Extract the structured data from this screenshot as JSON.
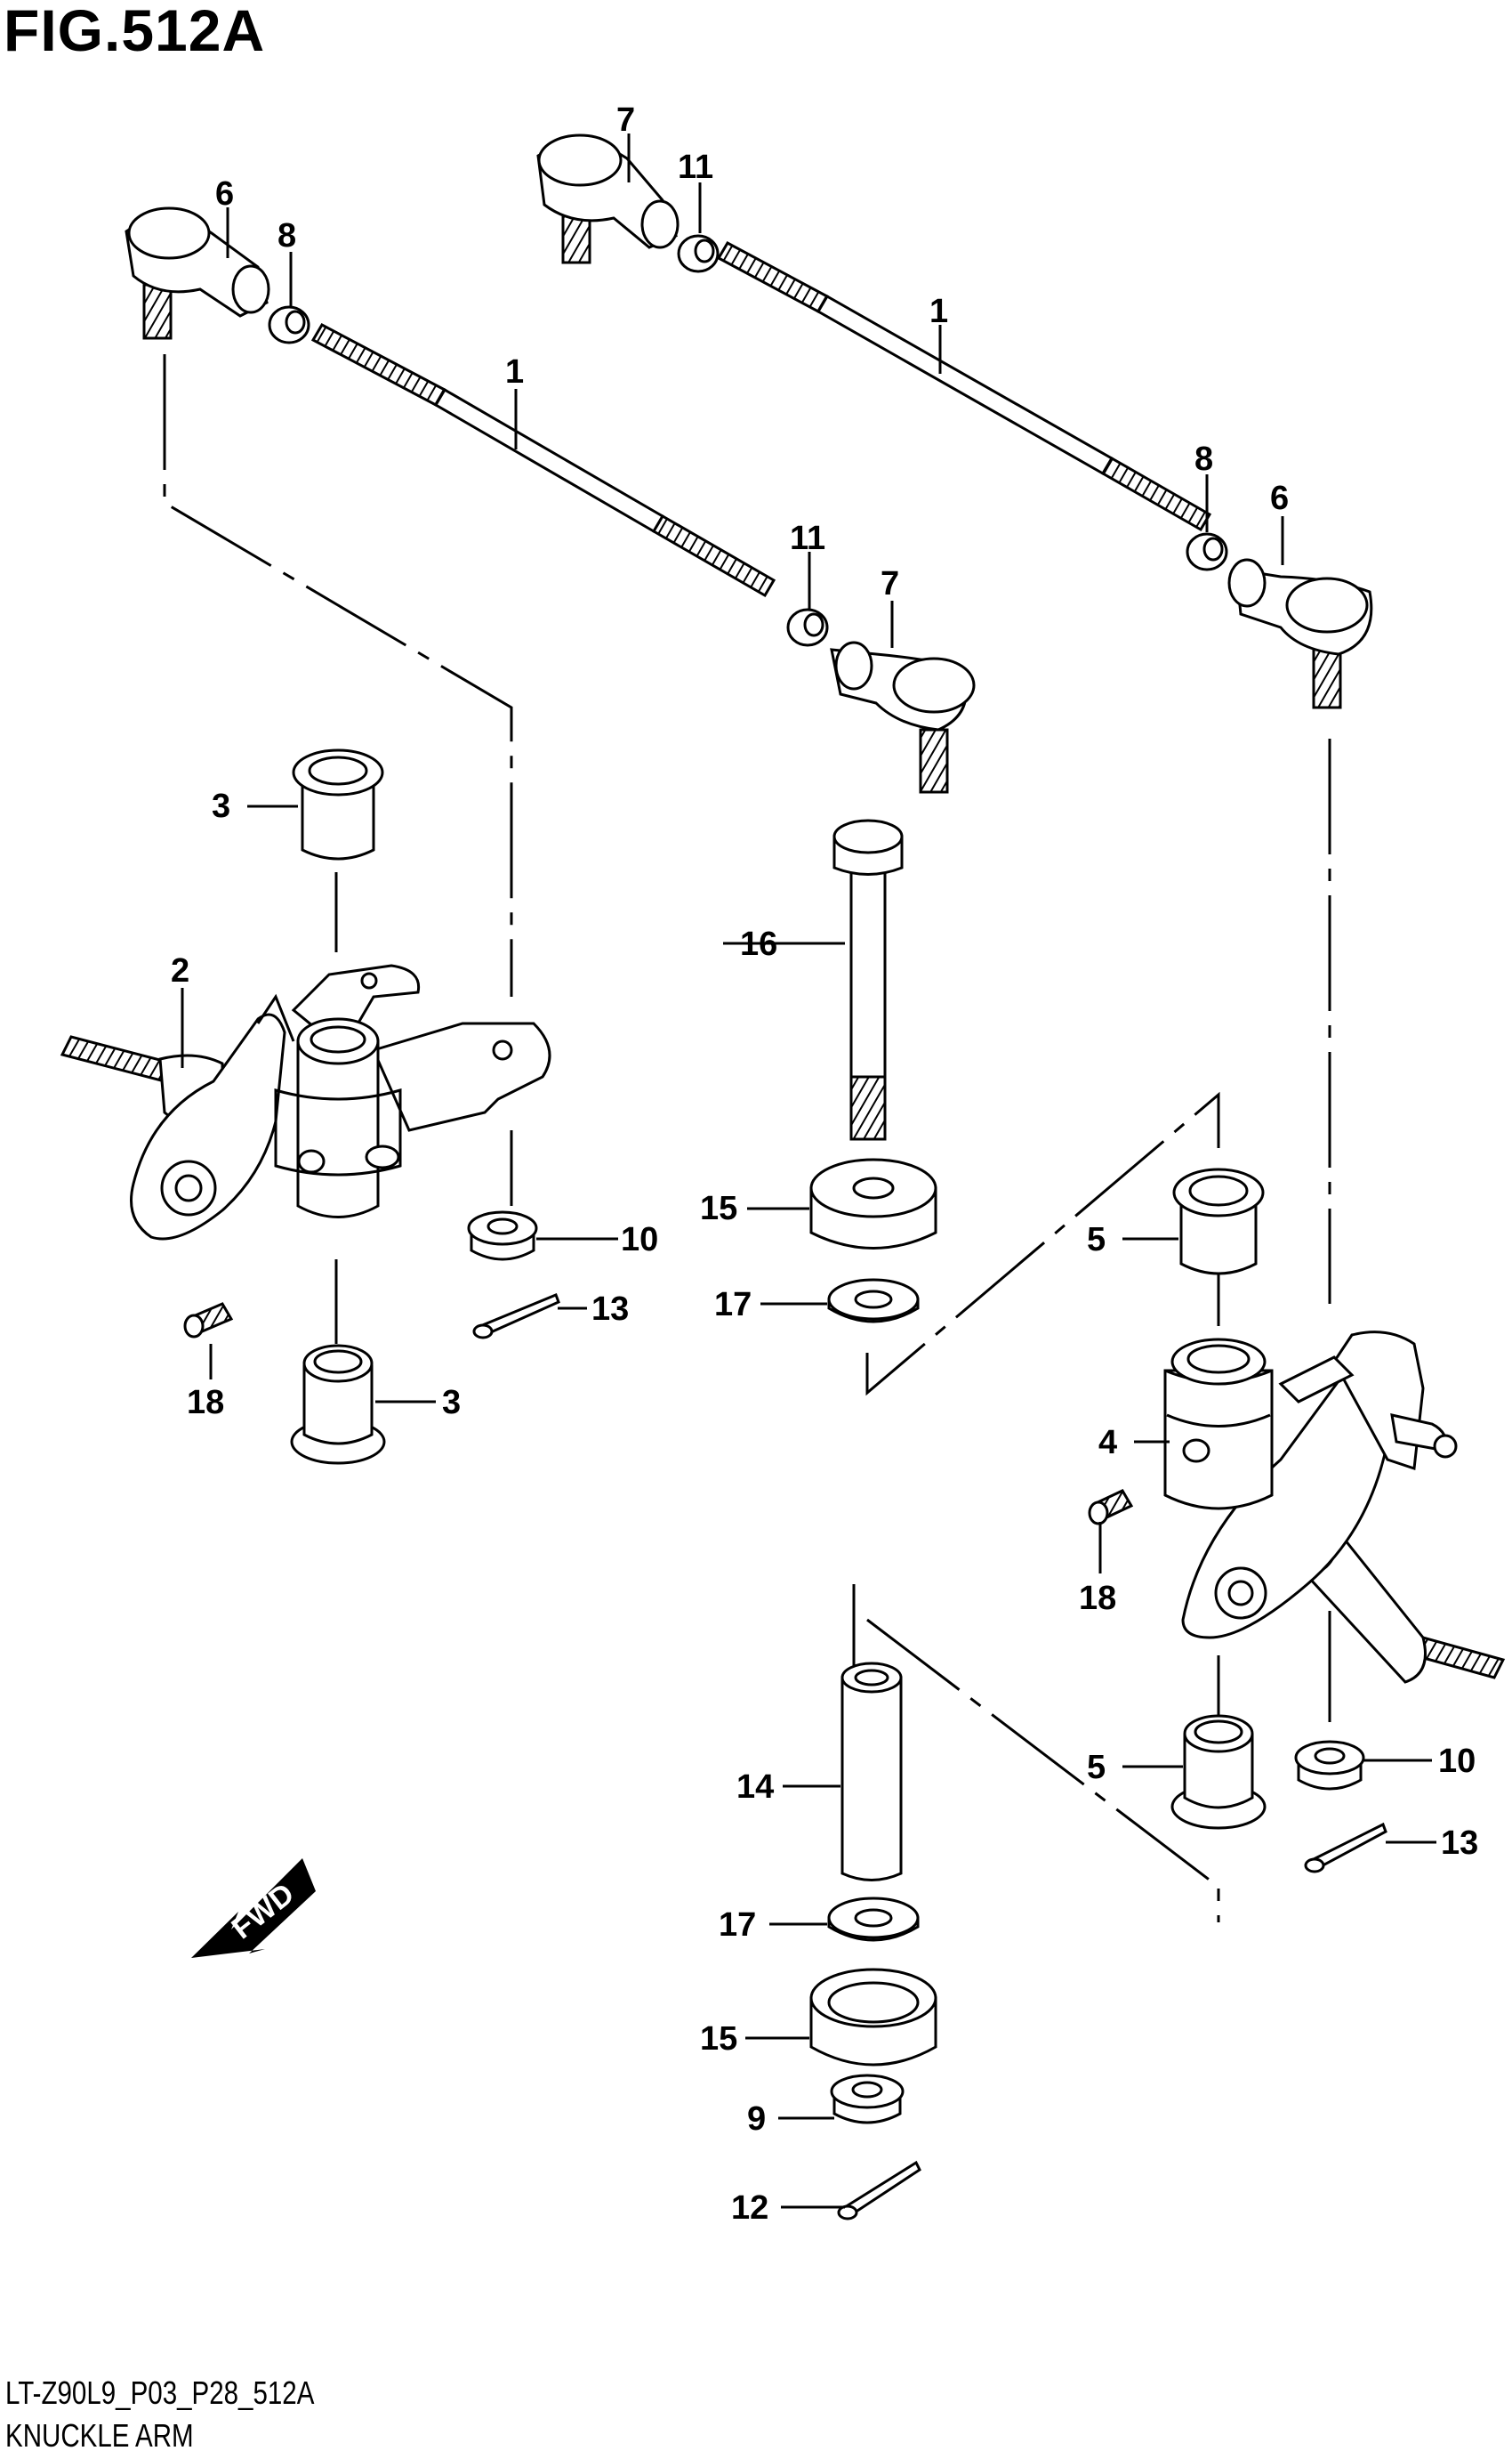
{
  "figure_title": "FIG.512A",
  "model_code": "LT-Z90L9_P03_P28_512A",
  "caption": "KNUCKLE ARM",
  "fwd_label": "FWD",
  "callouts": [
    "1",
    "1",
    "2",
    "3",
    "3",
    "4",
    "5",
    "5",
    "6",
    "6",
    "7",
    "7",
    "8",
    "8",
    "9",
    "10",
    "10",
    "11",
    "11",
    "12",
    "13",
    "13",
    "14",
    "15",
    "15",
    "16",
    "17",
    "17",
    "18",
    "18"
  ]
}
